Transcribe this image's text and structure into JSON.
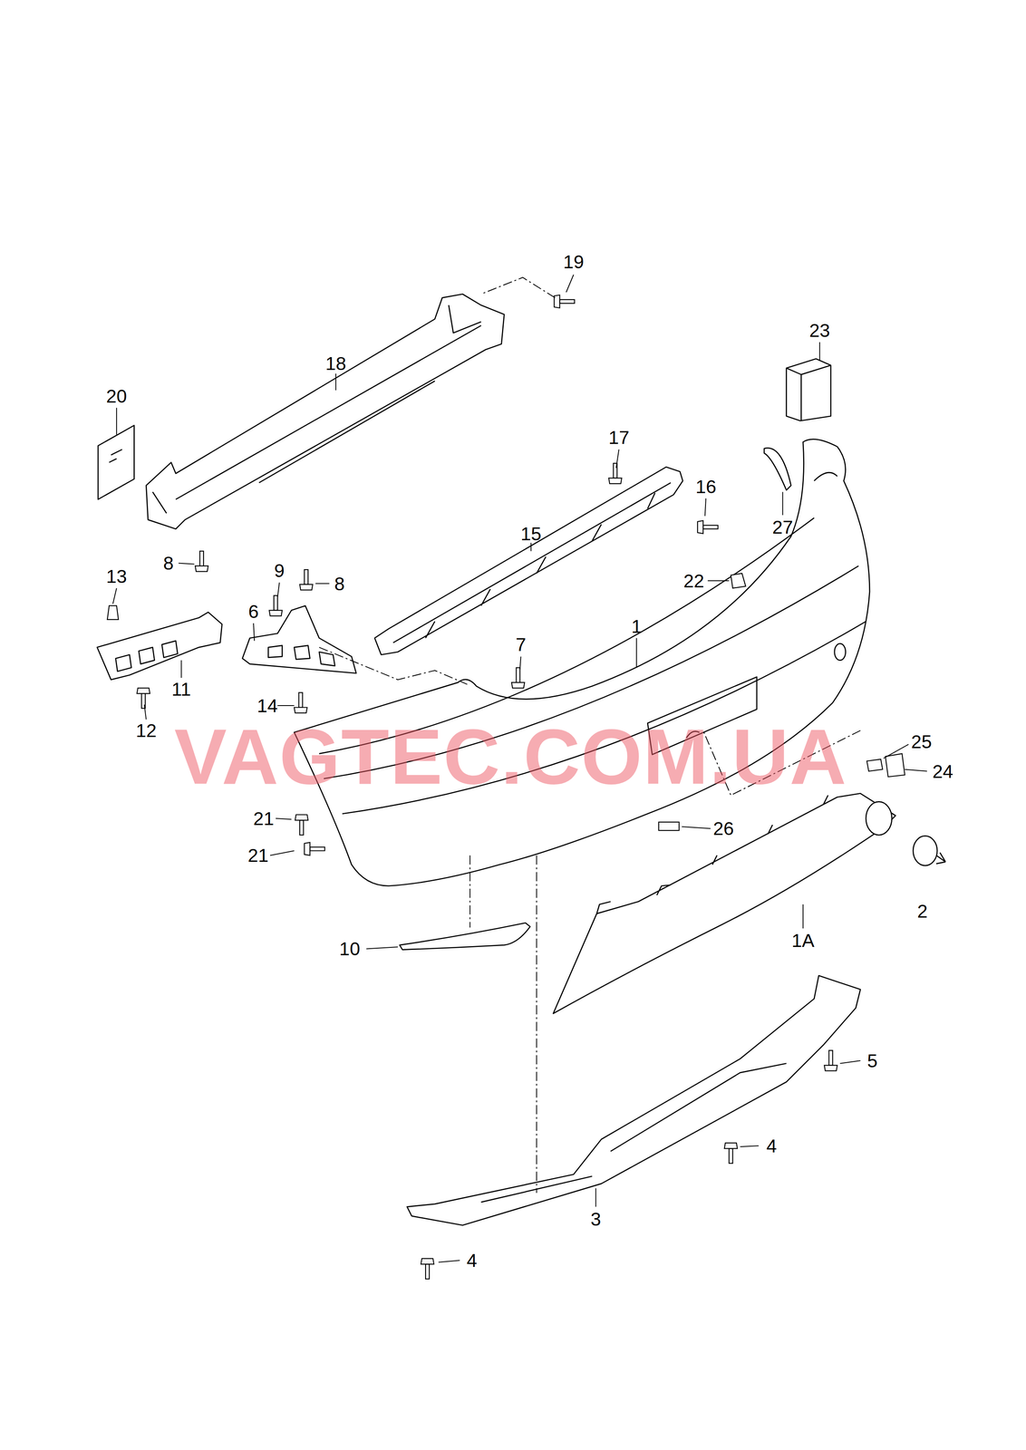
{
  "diagram": {
    "labels": [
      "19",
      "18",
      "20",
      "23",
      "17",
      "16",
      "27",
      "15",
      "22",
      "13",
      "8",
      "9",
      "8",
      "6",
      "7",
      "1",
      "11",
      "12",
      "14",
      "25",
      "24",
      "21",
      "26",
      "21",
      "2",
      "10",
      "1A",
      "5",
      "4",
      "3",
      "4",
      "VAGTEC.COM.UA"
    ]
  }
}
